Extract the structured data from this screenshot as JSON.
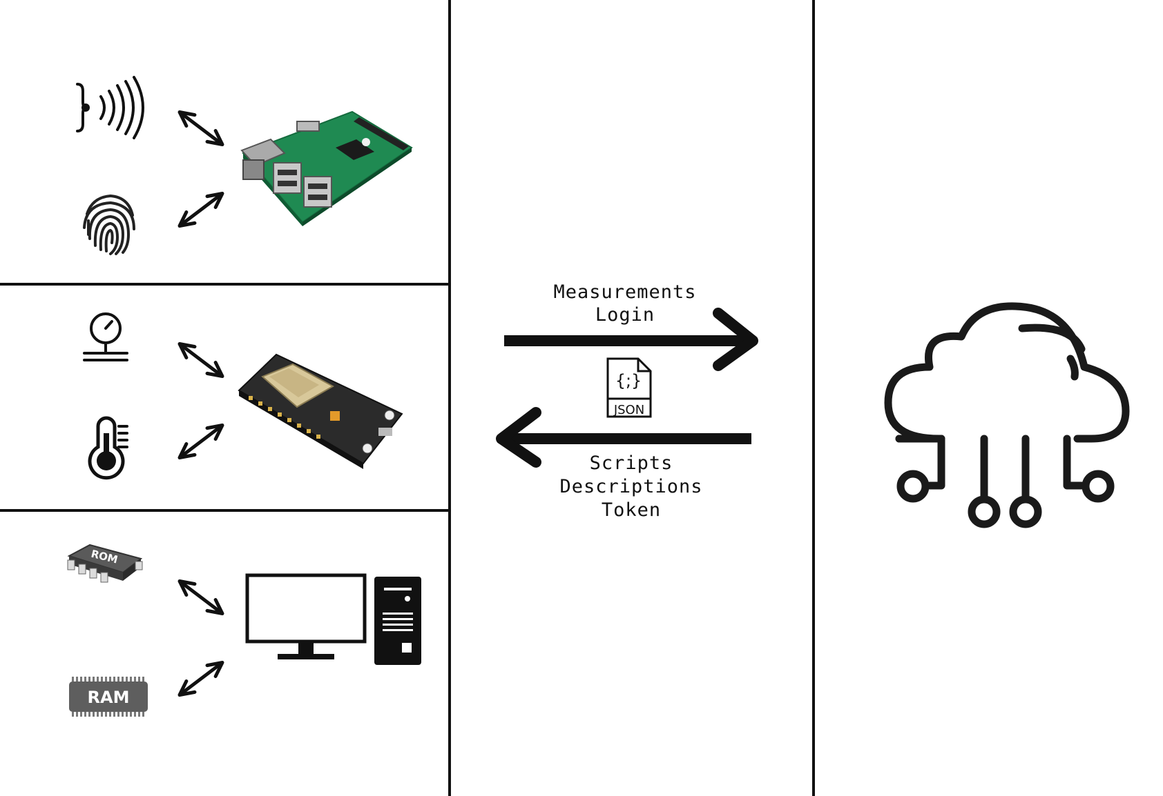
{
  "uplink": {
    "lines": [
      "Measurements",
      "Login"
    ]
  },
  "downlink": {
    "lines": [
      "Scripts",
      "Descriptions",
      "Token"
    ]
  },
  "json_badge": {
    "braces": "{;}",
    "label": "JSON"
  },
  "chips": {
    "rom": "ROM",
    "ram": "RAM"
  },
  "devices": [
    {
      "board": "raspberry-pi",
      "sensors": [
        "sound-sensor",
        "fingerprint-sensor"
      ]
    },
    {
      "board": "esp8266-nodemcu",
      "sensors": [
        "pressure-gauge",
        "thermometer"
      ]
    },
    {
      "board": "desktop-computer",
      "sensors": [
        "rom-chip",
        "ram-chip"
      ]
    }
  ],
  "cloud": {
    "icon": "cloud-network-icon"
  },
  "colors": {
    "ink": "#111111",
    "pcb_green": "#1f8a52",
    "esp_board": "#2b2b2b",
    "esp_module": "#d8c89a"
  }
}
